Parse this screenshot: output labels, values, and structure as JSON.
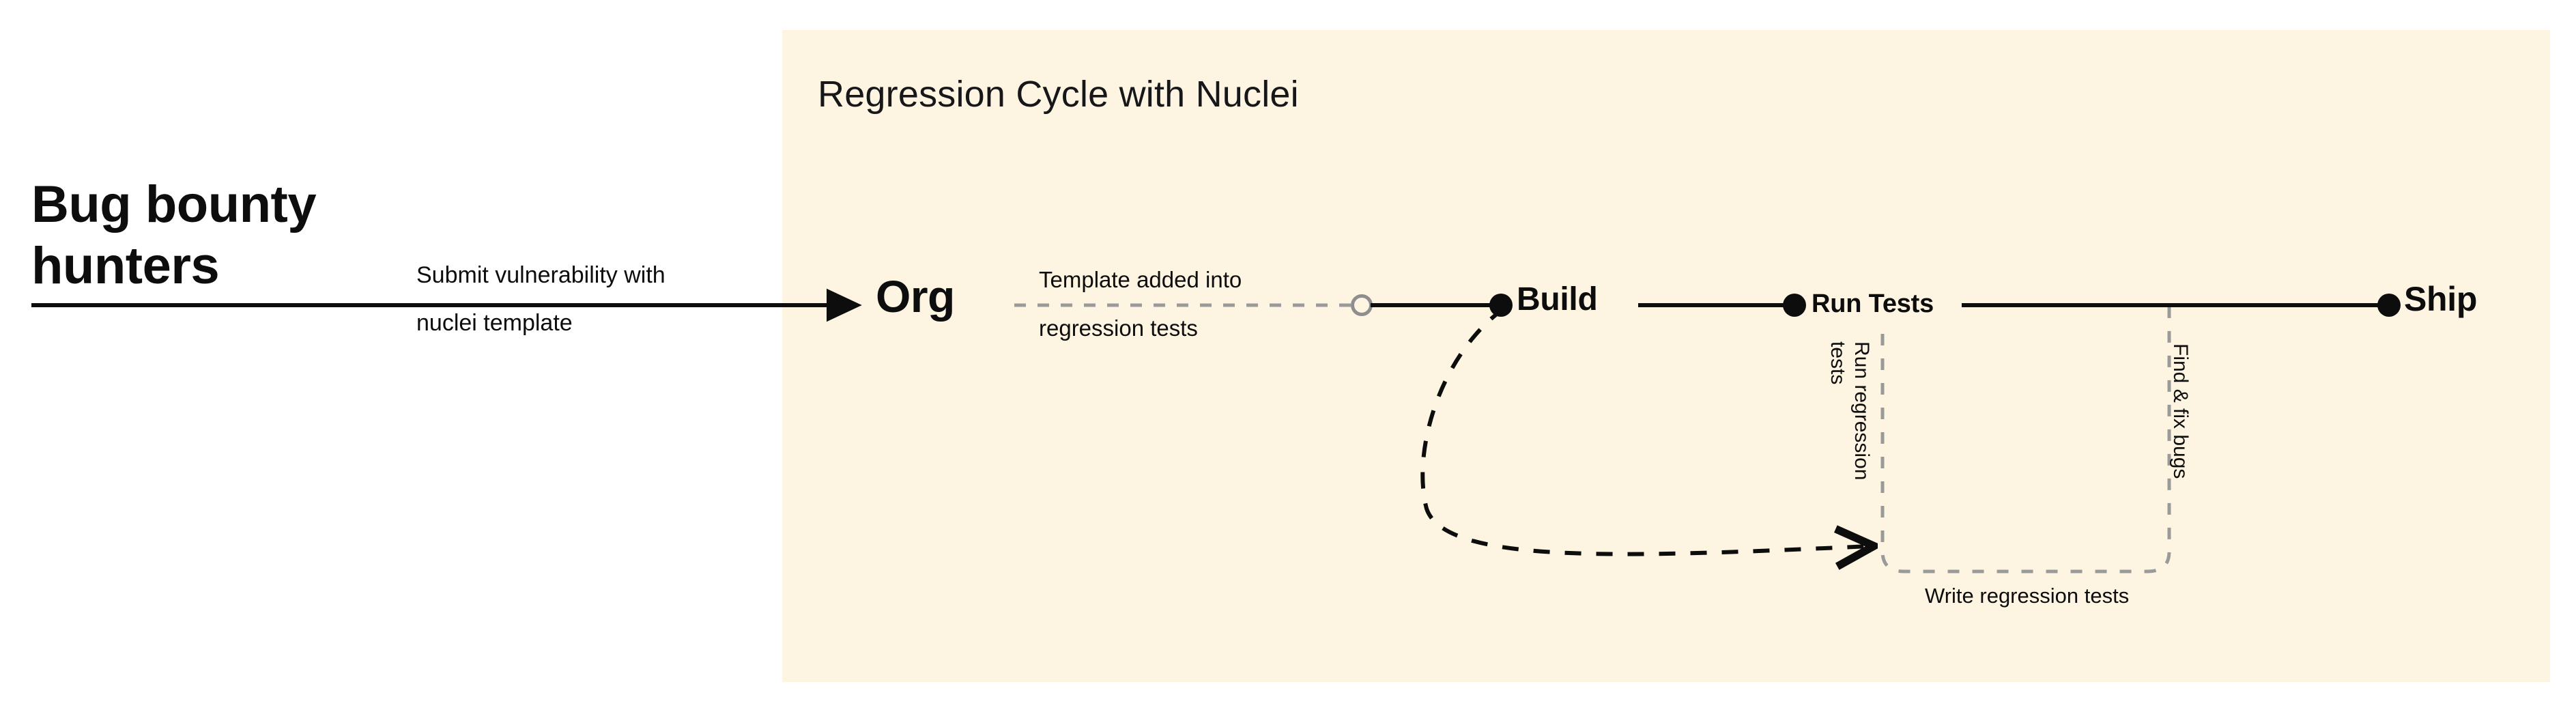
{
  "diagram": {
    "type": "flow-diagram",
    "background_color": "#ffffff",
    "panel_color": "#FDF5E2",
    "accent_color": "#0d0d0d",
    "dash_color": "#8a8a8a",
    "actor": {
      "label": "Bug bounty hunters",
      "edge_label_line1": "Submit vulnerability with",
      "edge_label_line2": "nuclei template"
    },
    "panel": {
      "title": "Regression Cycle with Nuclei"
    },
    "nodes": [
      {
        "id": "org",
        "label": "Org",
        "marker": "none"
      },
      {
        "id": "build",
        "label": "Build",
        "marker": "filled-dot"
      },
      {
        "id": "run_tests",
        "label": "Run Tests",
        "marker": "filled-dot"
      },
      {
        "id": "ship",
        "label": "Ship",
        "marker": "filled-dot"
      }
    ],
    "edges": [
      {
        "id": "submit",
        "from": "Bug bounty hunters",
        "to": "Org",
        "style": "solid",
        "arrow": true,
        "label": "Submit vulnerability with nuclei template"
      },
      {
        "id": "template_added",
        "from": "Org",
        "to": "Build",
        "style": "dashed",
        "arrow": false,
        "endpoint_marker": "hollow-circle",
        "label_line1": "Template added into",
        "label_line2": "regression tests"
      },
      {
        "id": "build_to_run",
        "from": "Build",
        "to": "Run Tests",
        "style": "solid",
        "arrow": false,
        "label": ""
      },
      {
        "id": "run_to_ship",
        "from": "Run Tests",
        "to": "Ship",
        "style": "solid",
        "arrow": false,
        "label": ""
      },
      {
        "id": "feedback_loop",
        "from": "Build",
        "to": "Run regression tests",
        "style": "dashed-curved",
        "arrow": true,
        "label": ""
      }
    ],
    "bracket_labels": {
      "run_regression": "Run regression tests",
      "find_fix_bugs": "Find & fix bugs",
      "write_regression": "Write regression tests"
    }
  }
}
